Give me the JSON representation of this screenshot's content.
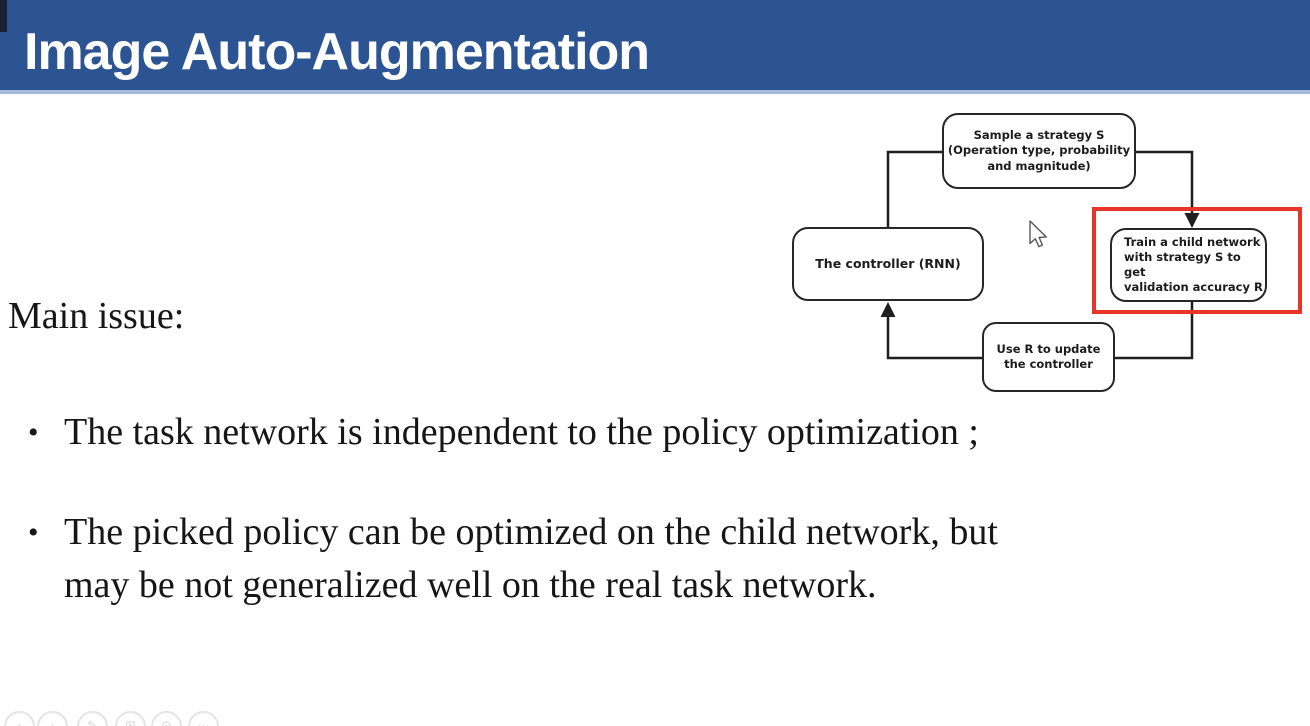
{
  "header": {
    "title": "Image Auto-Augmentation",
    "bg_color": "#2d5492",
    "border_color": "#a6bbdc"
  },
  "content": {
    "main_issue_label": "Main issue:",
    "bullet_char": "•",
    "bullets": [
      {
        "lines": [
          "The task network is independent to the policy optimization ;"
        ]
      },
      {
        "lines": [
          "The picked policy can be optimized on the child network, but",
          "may be not generalized well on the real task network."
        ]
      }
    ]
  },
  "diagram": {
    "sample_box": {
      "lines": [
        "Sample a strategy S",
        "(Operation type, probability",
        "and magnitude)"
      ]
    },
    "controller_box": {
      "lines": [
        "The controller (RNN)"
      ]
    },
    "train_box": {
      "lines": [
        "Train a child network",
        "with strategy S to get",
        "validation accuracy R"
      ]
    },
    "update_box": {
      "lines": [
        "Use R to update",
        "the controller"
      ]
    },
    "colors": {
      "highlight": "#e8352a",
      "line": "#1f1f1f"
    }
  },
  "presenter_toolbar": {
    "icons": [
      {
        "name": "previous-slide",
        "glyph": "‹"
      },
      {
        "name": "next-slide",
        "glyph": "›"
      },
      {
        "name": "pen-tools",
        "glyph": "✎"
      },
      {
        "name": "all-slides",
        "glyph": "⊞"
      },
      {
        "name": "zoom-slide",
        "glyph": "⊙"
      },
      {
        "name": "more-options",
        "glyph": "⋯"
      }
    ]
  }
}
